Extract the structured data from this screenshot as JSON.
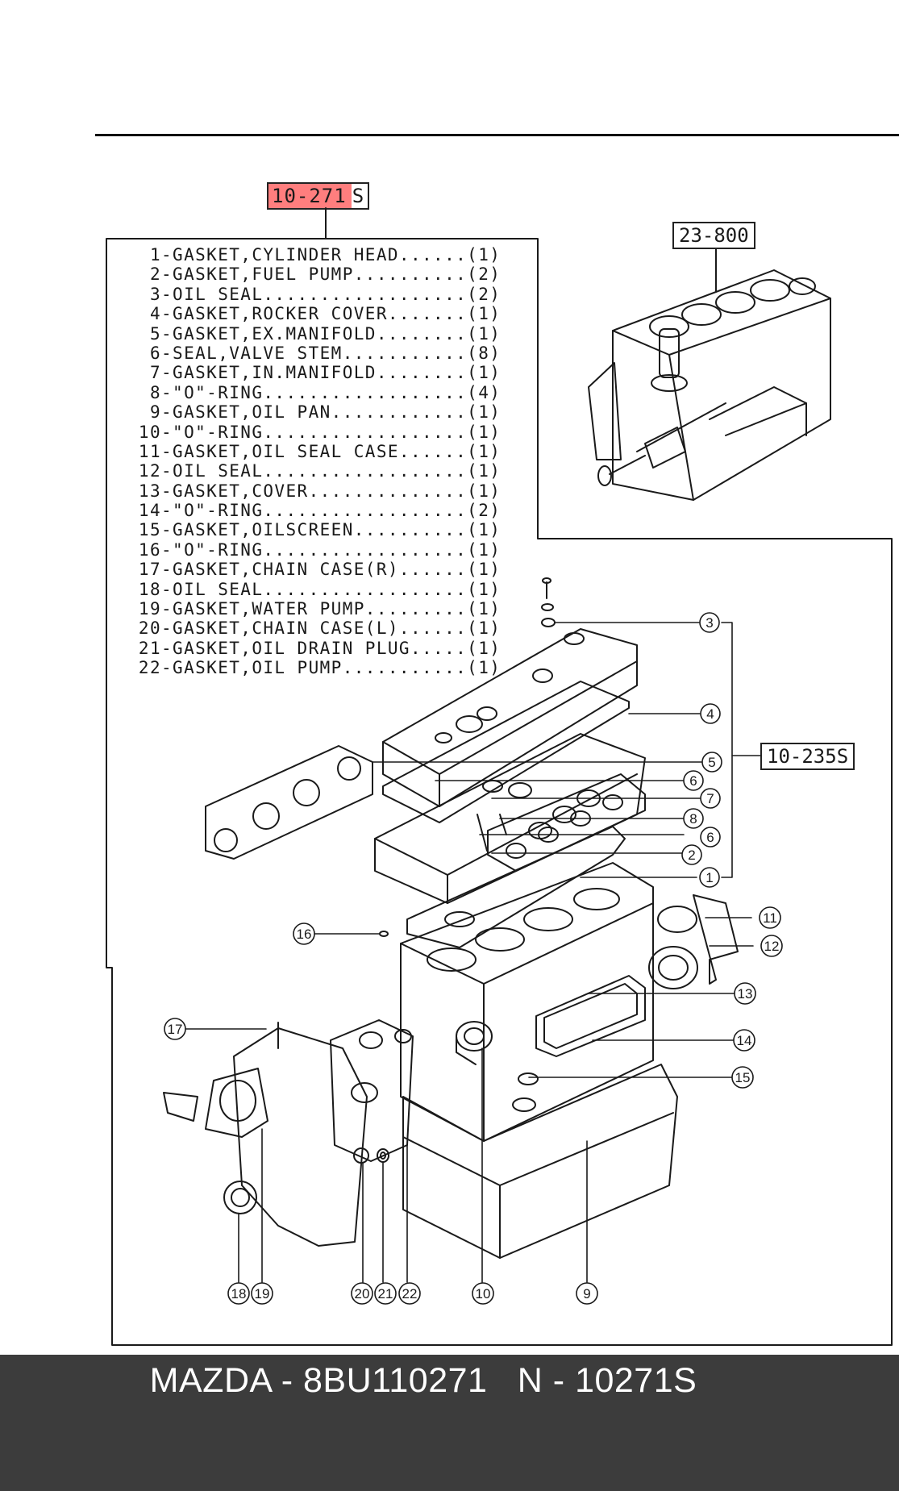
{
  "diagram": {
    "main_code_highlight": "10-271",
    "main_code_suffix": "S",
    "block_ref": "23-800",
    "side_ref": "10-235S",
    "parts": [
      {
        "num": "1",
        "desc": "GASKET,CYLINDER HEAD......",
        "qty": "(1)"
      },
      {
        "num": "2",
        "desc": "GASKET,FUEL PUMP..........",
        "qty": "(2)"
      },
      {
        "num": "3",
        "desc": "OIL SEAL..................",
        "qty": "(2)"
      },
      {
        "num": "4",
        "desc": "GASKET,ROCKER COVER.......",
        "qty": "(1)"
      },
      {
        "num": "5",
        "desc": "GASKET,EX.MANIFOLD........",
        "qty": "(1)"
      },
      {
        "num": "6",
        "desc": "SEAL,VALVE STEM...........",
        "qty": "(8)"
      },
      {
        "num": "7",
        "desc": "GASKET,IN.MANIFOLD........",
        "qty": "(1)"
      },
      {
        "num": "8",
        "desc": "\"O\"-RING..................",
        "qty": "(4)"
      },
      {
        "num": "9",
        "desc": "GASKET,OIL PAN............",
        "qty": "(1)"
      },
      {
        "num": "10",
        "desc": "\"O\"-RING..................",
        "qty": "(1)"
      },
      {
        "num": "11",
        "desc": "GASKET,OIL SEAL CASE......",
        "qty": "(1)"
      },
      {
        "num": "12",
        "desc": "OIL SEAL..................",
        "qty": "(1)"
      },
      {
        "num": "13",
        "desc": "GASKET,COVER..............",
        "qty": "(1)"
      },
      {
        "num": "14",
        "desc": "\"O\"-RING..................",
        "qty": "(2)"
      },
      {
        "num": "15",
        "desc": "GASKET,OILSCREEN..........",
        "qty": "(1)"
      },
      {
        "num": "16",
        "desc": "\"O\"-RING..................",
        "qty": "(1)"
      },
      {
        "num": "17",
        "desc": "GASKET,CHAIN CASE(R)......",
        "qty": "(1)"
      },
      {
        "num": "18",
        "desc": "OIL SEAL..................",
        "qty": "(1)"
      },
      {
        "num": "19",
        "desc": "GASKET,WATER PUMP.........",
        "qty": "(1)"
      },
      {
        "num": "20",
        "desc": "GASKET,CHAIN CASE(L)......",
        "qty": "(1)"
      },
      {
        "num": "21",
        "desc": "GASKET,OIL DRAIN PLUG.....",
        "qty": "(1)"
      },
      {
        "num": "22",
        "desc": "GASKET,OIL PUMP...........",
        "qty": "(1)"
      }
    ],
    "callouts": [
      "1",
      "2",
      "3",
      "4",
      "5",
      "6",
      "6",
      "7",
      "8",
      "9",
      "10",
      "11",
      "12",
      "13",
      "14",
      "15",
      "16",
      "17",
      "18",
      "19",
      "20",
      "21",
      "22"
    ]
  },
  "footer": {
    "text": "MAZDA - 8BU110271   N - 10271S"
  },
  "colors": {
    "highlight": "#ff5a5a",
    "footer_bg": "#3c3c3c",
    "footer_text": "#ffffff",
    "line_art": "#1a1a1a"
  }
}
